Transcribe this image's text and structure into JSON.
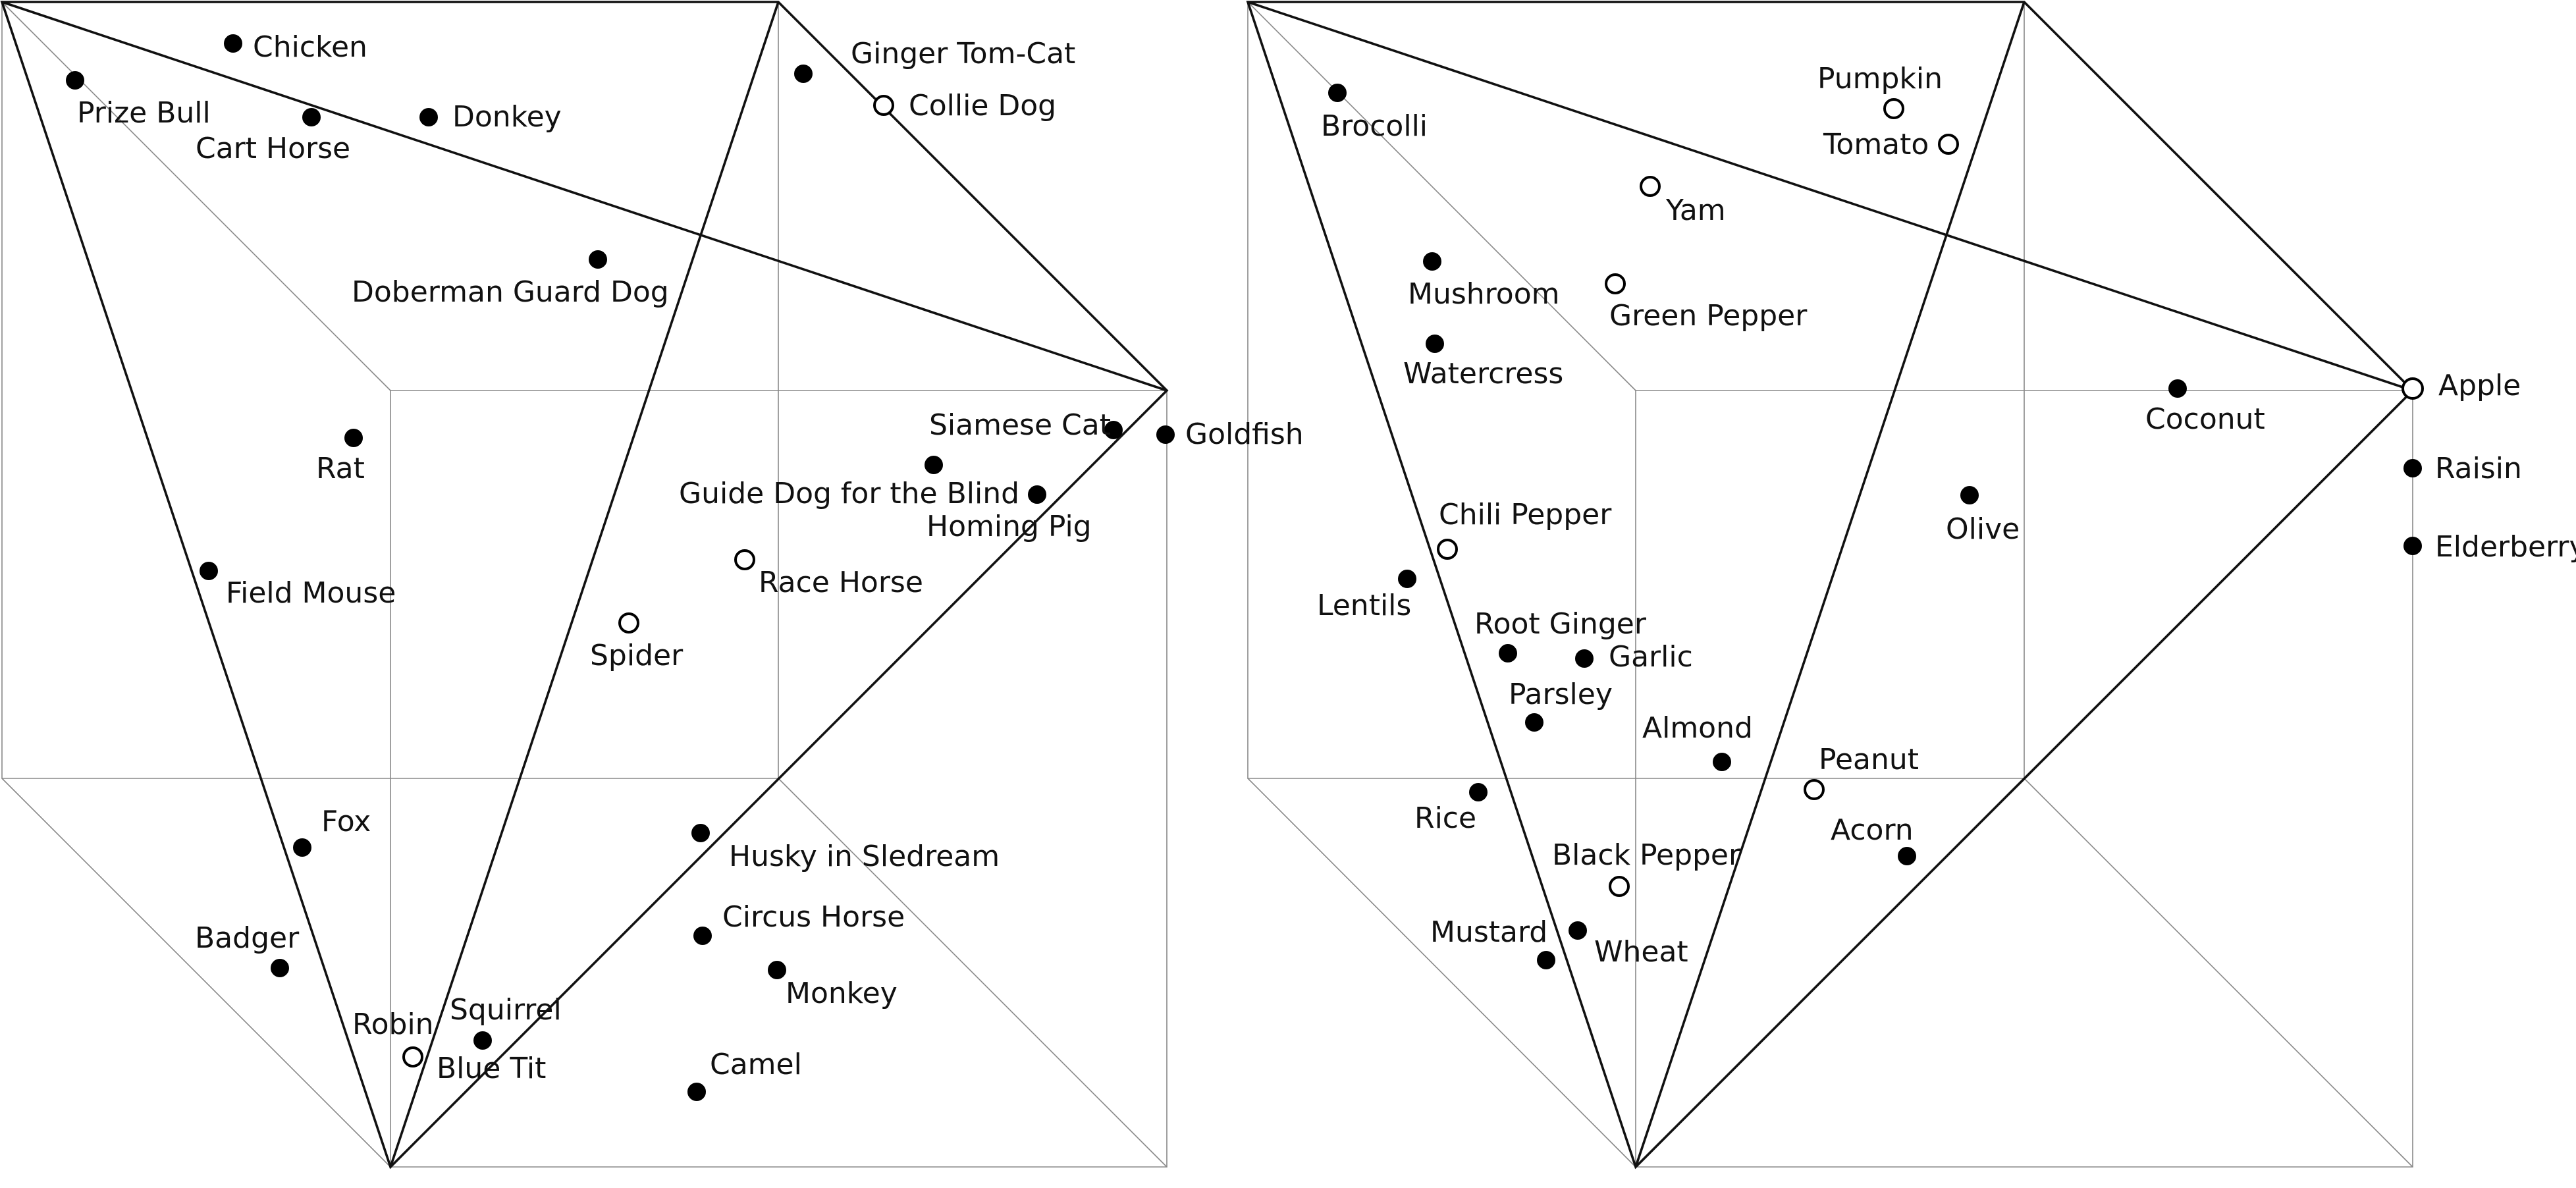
{
  "panels": [
    {
      "id": "animals",
      "points": [
        {
          "name": "chicken",
          "label": "Chicken",
          "filled": true
        },
        {
          "name": "prize-bull",
          "label": "Prize Bull",
          "filled": true
        },
        {
          "name": "cart-horse",
          "label": "Cart Horse",
          "filled": true
        },
        {
          "name": "donkey",
          "label": "Donkey",
          "filled": true
        },
        {
          "name": "ginger-tom-cat",
          "label": "Ginger Tom-Cat",
          "filled": true
        },
        {
          "name": "collie-dog",
          "label": "Collie Dog",
          "filled": false
        },
        {
          "name": "doberman-guard-dog",
          "label": "Doberman Guard Dog",
          "filled": true
        },
        {
          "name": "rat",
          "label": "Rat",
          "filled": true
        },
        {
          "name": "siamese-cat",
          "label": "Siamese Cat",
          "filled": true
        },
        {
          "name": "goldfish",
          "label": "Goldfish",
          "filled": true
        },
        {
          "name": "guide-dog-for-the-blind",
          "label": "Guide Dog for the Blind",
          "filled": true
        },
        {
          "name": "homing-pig",
          "label": "Homing Pig",
          "filled": true
        },
        {
          "name": "field-mouse",
          "label": "Field Mouse",
          "filled": true
        },
        {
          "name": "race-horse",
          "label": "Race Horse",
          "filled": false
        },
        {
          "name": "spider",
          "label": "Spider",
          "filled": false
        },
        {
          "name": "fox",
          "label": "Fox",
          "filled": true
        },
        {
          "name": "husky-in-sledream",
          "label": "Husky in Sledream",
          "filled": true
        },
        {
          "name": "circus-horse",
          "label": "Circus Horse",
          "filled": true
        },
        {
          "name": "badger",
          "label": "Badger",
          "filled": true
        },
        {
          "name": "monkey",
          "label": "Monkey",
          "filled": true
        },
        {
          "name": "robin",
          "label": "Robin",
          "filled": false
        },
        {
          "name": "squirrel",
          "label": "Squirrel",
          "filled": true
        },
        {
          "name": "blue-tit",
          "label": "Blue Tit",
          "filled": true
        },
        {
          "name": "camel",
          "label": "Camel",
          "filled": true
        }
      ]
    },
    {
      "id": "foods",
      "points": [
        {
          "name": "brocolli",
          "label": "Brocolli",
          "filled": true
        },
        {
          "name": "pumpkin",
          "label": "Pumpkin",
          "filled": false
        },
        {
          "name": "tomato",
          "label": "Tomato",
          "filled": false
        },
        {
          "name": "yam",
          "label": "Yam",
          "filled": false
        },
        {
          "name": "mushroom",
          "label": "Mushroom",
          "filled": true
        },
        {
          "name": "green-pepper",
          "label": "Green Pepper",
          "filled": false
        },
        {
          "name": "watercress",
          "label": "Watercress",
          "filled": true
        },
        {
          "name": "apple",
          "label": "Apple",
          "filled": false
        },
        {
          "name": "coconut",
          "label": "Coconut",
          "filled": true
        },
        {
          "name": "raisin",
          "label": "Raisin",
          "filled": true
        },
        {
          "name": "olive",
          "label": "Olive",
          "filled": true
        },
        {
          "name": "elderberry",
          "label": "Elderberry",
          "filled": true
        },
        {
          "name": "chili-pepper",
          "label": "Chili Pepper",
          "filled": false
        },
        {
          "name": "lentils",
          "label": "Lentils",
          "filled": true
        },
        {
          "name": "root-ginger",
          "label": "Root Ginger",
          "filled": true
        },
        {
          "name": "garlic",
          "label": "Garlic",
          "filled": true
        },
        {
          "name": "parsley",
          "label": "Parsley",
          "filled": true
        },
        {
          "name": "almond",
          "label": "Almond",
          "filled": true
        },
        {
          "name": "peanut",
          "label": "Peanut",
          "filled": false
        },
        {
          "name": "rice",
          "label": "Rice",
          "filled": true
        },
        {
          "name": "acorn",
          "label": "Acorn",
          "filled": true
        },
        {
          "name": "black-pepper",
          "label": "Black Pepper",
          "filled": false
        },
        {
          "name": "mustard",
          "label": "Mustard",
          "filled": true
        },
        {
          "name": "wheat",
          "label": "Wheat",
          "filled": true
        }
      ]
    }
  ]
}
